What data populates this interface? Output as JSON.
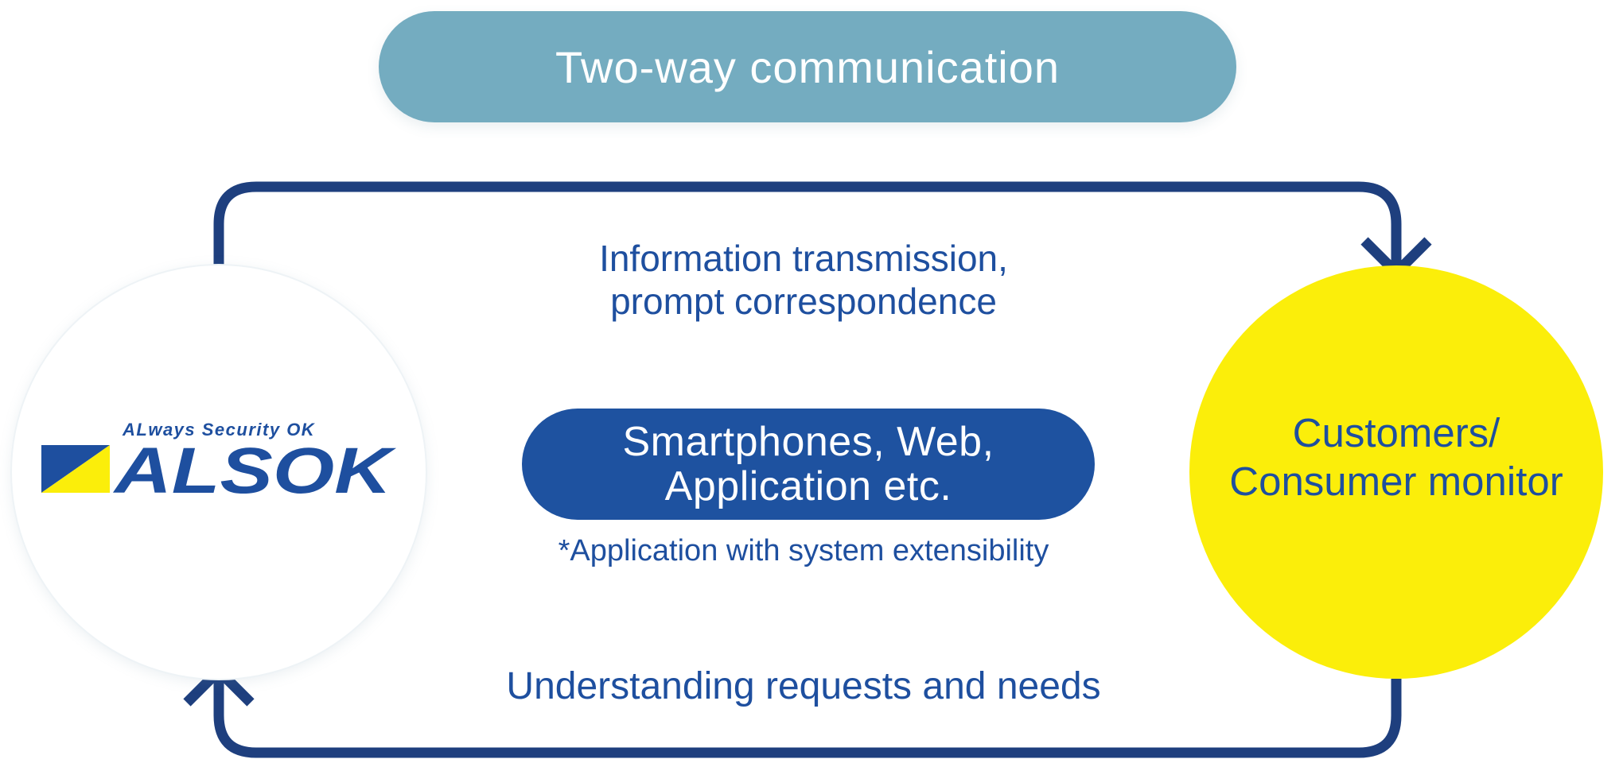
{
  "header": {
    "title": "Two-way communication"
  },
  "left_node": {
    "logo_tagline": "ALways Security OK",
    "logo_name": "ALSOK"
  },
  "right_node": {
    "label_line1": "Customers/",
    "label_line2": "Consumer monitor"
  },
  "top_flow": {
    "line1": "Information transmission,",
    "line2": "prompt correspondence"
  },
  "center": {
    "line1": "Smartphones, Web,",
    "line2": "Application etc.",
    "note": "*Application with system extensibility"
  },
  "bottom_flow": {
    "label": "Understanding requests and needs"
  },
  "colors": {
    "loop_line": "#1e3f7e",
    "header_pill": "#74acc0",
    "center_pill": "#1e52a0",
    "text_blue": "#1e4f9f",
    "customer_circle": "#fbee0a",
    "logo_yellow": "#fbee0a",
    "logo_blue": "#1e4f9f"
  }
}
